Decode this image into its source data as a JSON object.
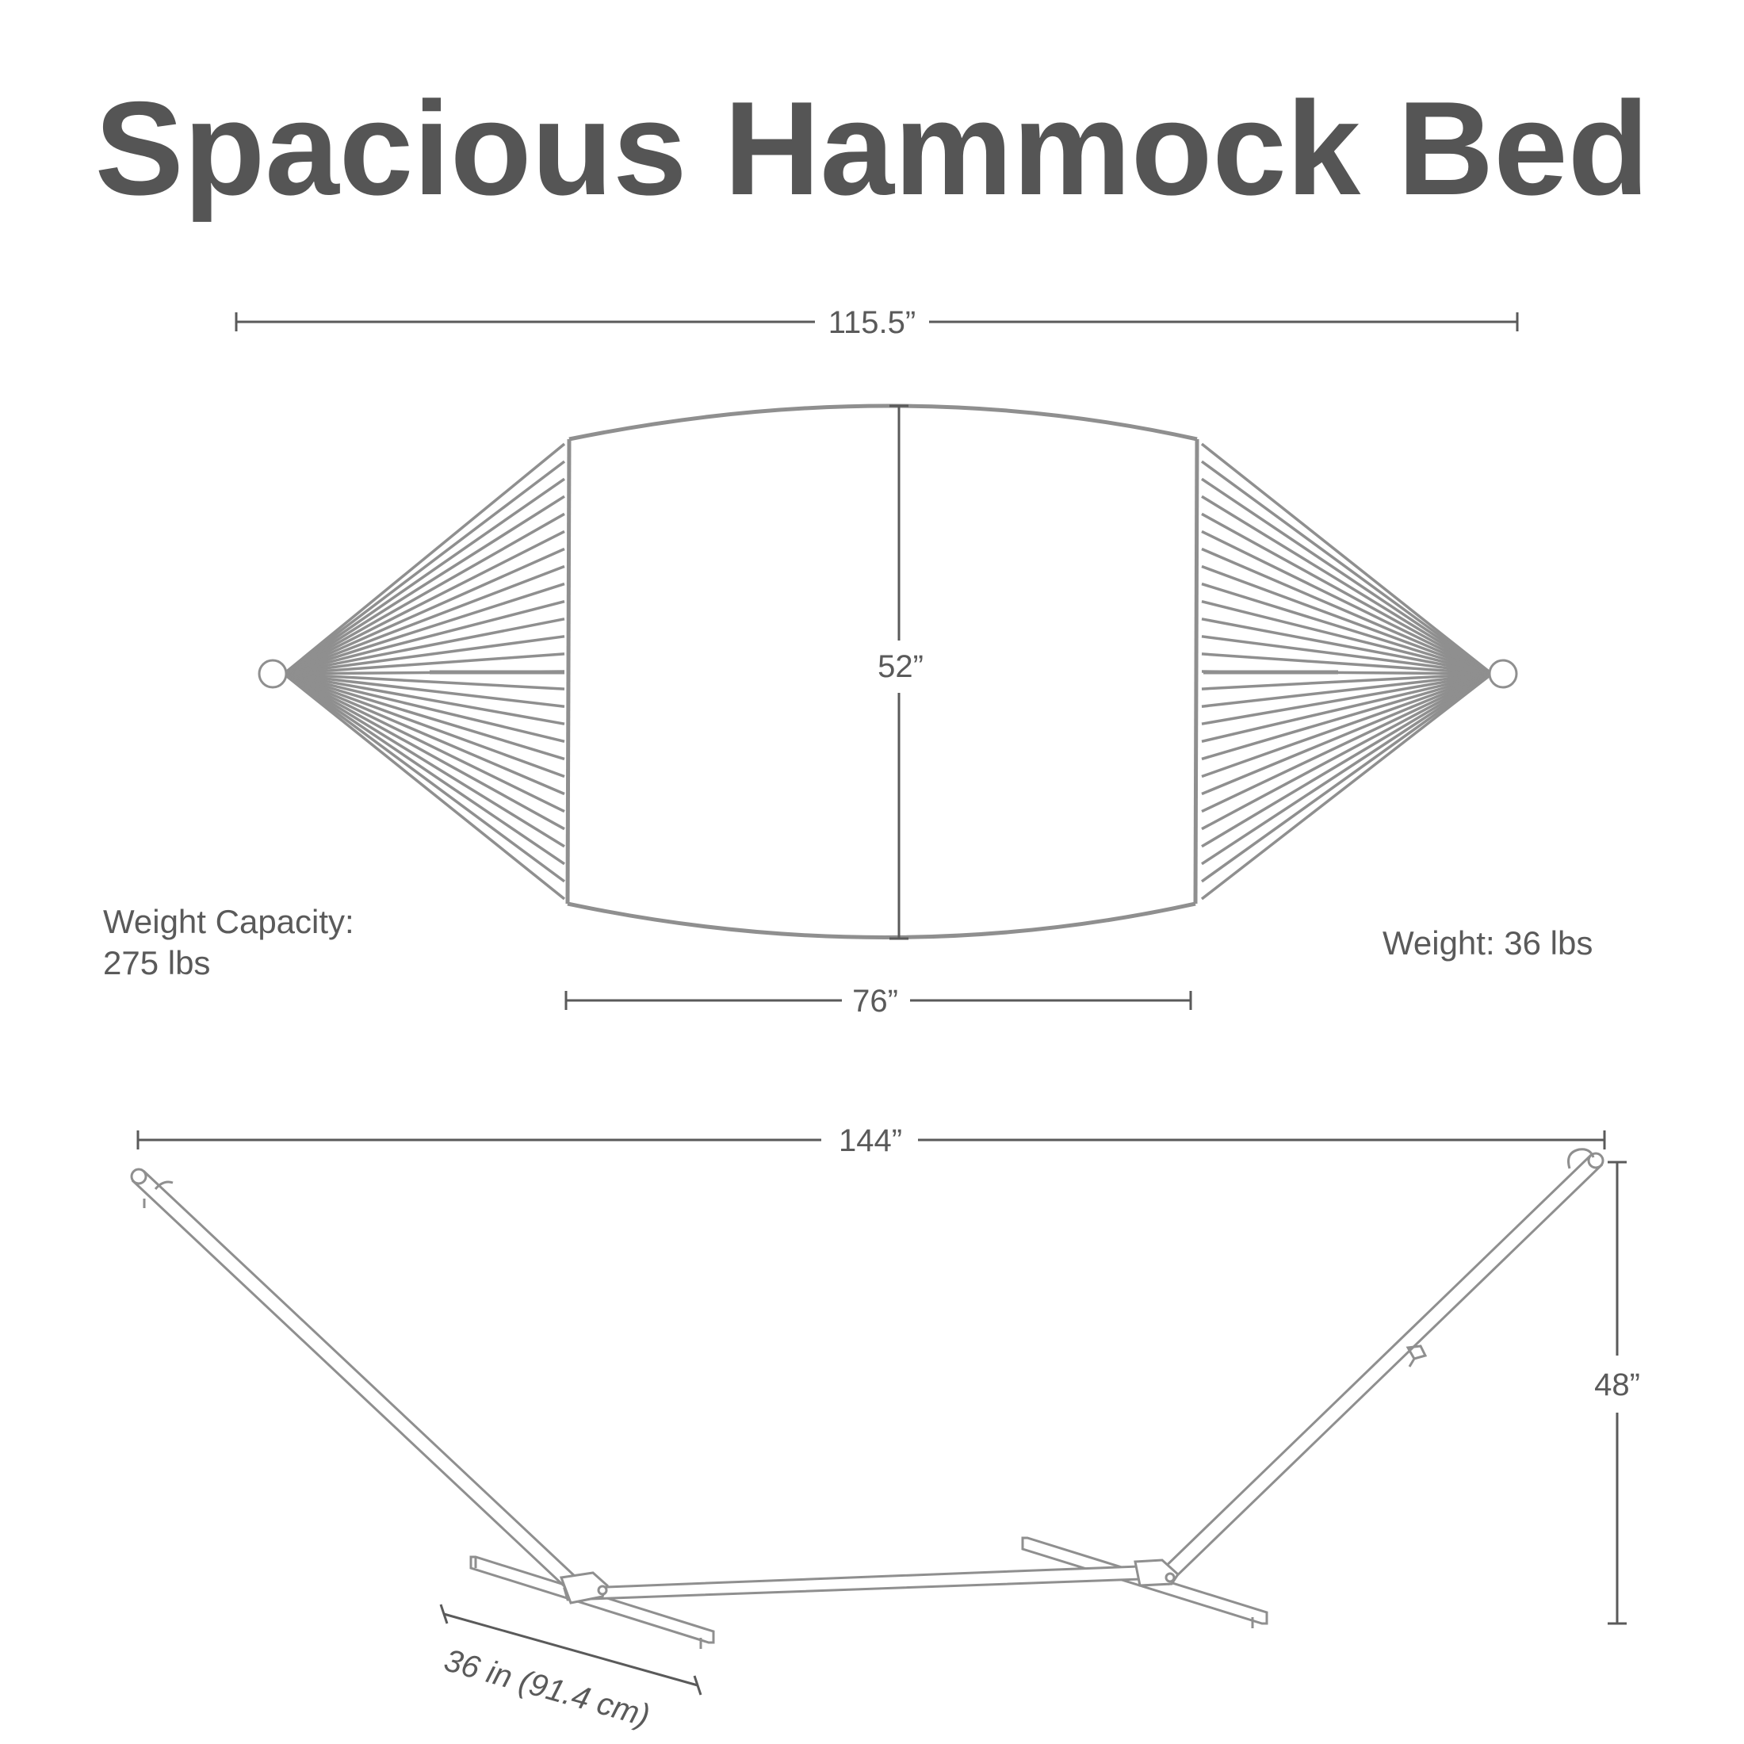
{
  "title": "Spacious Hammock Bed",
  "hammock": {
    "overall_length": "115.5”",
    "bed_width": "52”",
    "bed_length": "76”"
  },
  "info": {
    "capacity_label": "Weight Capacity:",
    "capacity_value": "275 lbs",
    "weight": "Weight: 36 lbs"
  },
  "stand": {
    "length": "144”",
    "height": "48”",
    "base_width": "36 in (91.4 cm)"
  },
  "colors": {
    "text": "#5a5a5a",
    "outline": "#8f8f8f",
    "background": "#ffffff"
  }
}
